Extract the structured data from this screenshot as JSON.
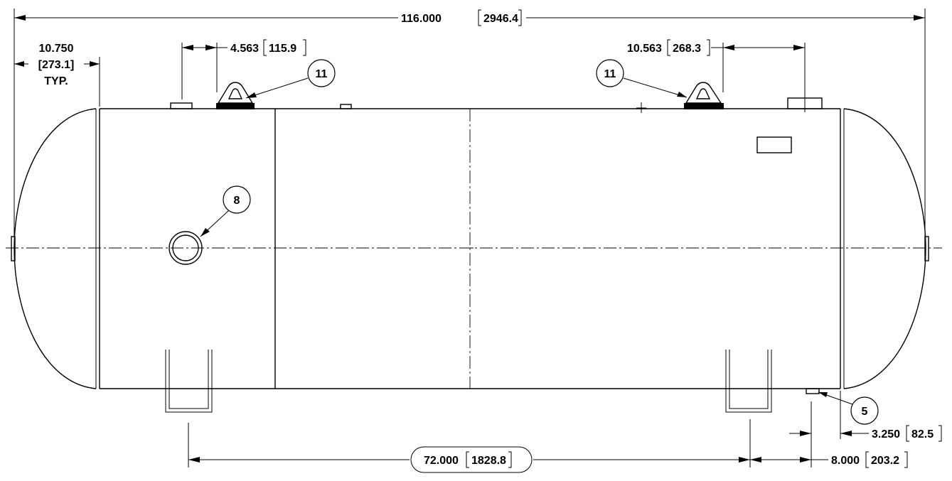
{
  "dimensions": {
    "overall": {
      "inch": "116.000",
      "mm": "2946.4"
    },
    "head": {
      "inch": "10.750",
      "mm": "[273.1]",
      "note": "TYP."
    },
    "lug_left": {
      "inch": "4.563",
      "mm": "115.9"
    },
    "lug_right": {
      "inch": "10.563",
      "mm": "268.3"
    },
    "saddle_spacing": {
      "inch": "72.000",
      "mm": "1828.8"
    },
    "saddle_to_drain": {
      "inch": "8.000",
      "mm": "203.2"
    },
    "drain_to_head": {
      "inch": "3.250",
      "mm": "82.5"
    }
  },
  "balloons": {
    "lug_left": "11",
    "lug_right": "11",
    "manway": "8",
    "drain": "5"
  }
}
